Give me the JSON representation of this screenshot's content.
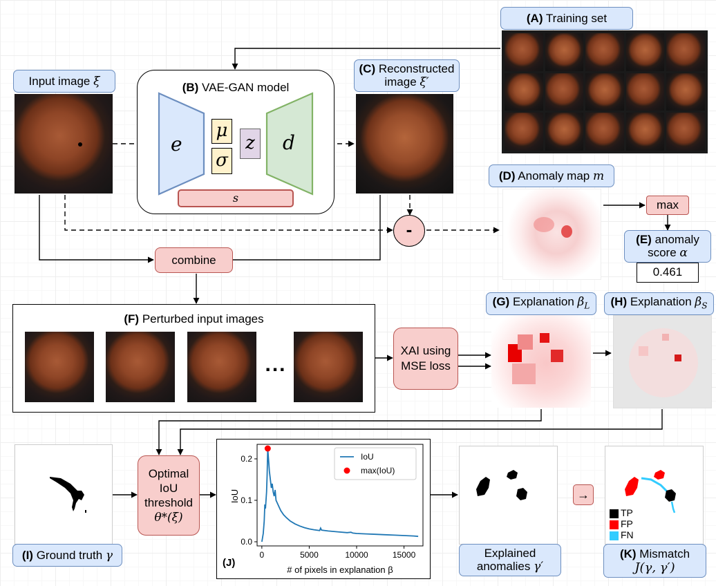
{
  "training_set": {
    "letter": "(A)",
    "title": "Training set"
  },
  "input": {
    "label": "Input image",
    "symbol": "ξ"
  },
  "model": {
    "letter": "(B)",
    "title": "VAE-GAN model",
    "encoder": "e",
    "mu": "μ",
    "sigma": "σ",
    "z": "z",
    "decoder": "d",
    "s": "s"
  },
  "reconstructed": {
    "letter": "(C)",
    "line1": "Reconstructed",
    "line2": "image",
    "symbol": "ξ′"
  },
  "anomaly_map": {
    "letter": "(D)",
    "title": "Anomaly map",
    "symbol": "m"
  },
  "minus": "-",
  "max_box": "max",
  "anomaly_score": {
    "letter": "(E)",
    "title": "anomaly",
    "line2": "score",
    "symbol": "α",
    "value": "0.461"
  },
  "combine": "combine",
  "perturbed": {
    "letter": "(F)",
    "title": "Perturbed input images",
    "ellipsis": "..."
  },
  "xai": {
    "line1": "XAI using",
    "line2": "MSE loss"
  },
  "expl_g": {
    "letter": "(G)",
    "title": "Explanation",
    "symbol": "β",
    "sub": "L"
  },
  "expl_h": {
    "letter": "(H)",
    "title": "Explanation",
    "symbol": "β",
    "sub": "S"
  },
  "ground_truth": {
    "letter": "(I)",
    "title": "Ground truth",
    "symbol": "γ"
  },
  "threshold": {
    "line1": "Optimal",
    "line2": "IoU",
    "line3": "threshold",
    "line4": "θ*(ξ)"
  },
  "plot": {
    "letter": "(J)",
    "xlabel": "# of pixels in explanation β",
    "ylabel": "IoU",
    "xticks": [
      "0",
      "5000",
      "10000",
      "15000"
    ],
    "yticks": [
      "0.0",
      "0.1",
      "0.2"
    ],
    "legend_line": "IoU",
    "legend_point": "max(IoU)"
  },
  "explained": {
    "line1": "Explained",
    "line2": "anomalies",
    "symbol": "γ′"
  },
  "arrow_button": "→",
  "mismatch": {
    "letter": "(K)",
    "title": "Mismatch",
    "formula": "J(γ, γ′)"
  },
  "legend": {
    "tp": "TP",
    "fp": "FP",
    "fn": "FN",
    "tp_color": "#000000",
    "fp_color": "#ff0000",
    "fn_color": "#33ccff"
  },
  "chart_data": {
    "type": "line",
    "xlabel": "# of pixels in explanation β",
    "ylabel": "IoU",
    "xlim": [
      -500,
      17000
    ],
    "ylim": [
      -0.01,
      0.235
    ],
    "x": [
      0,
      150,
      250,
      320,
      380,
      440,
      500,
      560,
      620,
      700,
      800,
      900,
      1000,
      1100,
      1200,
      1300,
      1400,
      1500,
      1600,
      1800,
      2000,
      2300,
      2600,
      3000,
      3500,
      4000,
      4500,
      5000,
      5500,
      6100,
      6200,
      6300,
      7000,
      8000,
      9000,
      9400,
      9600,
      10000,
      11000,
      12000,
      13000,
      14000,
      15000,
      16000,
      16500
    ],
    "y": [
      0.0,
      0.02,
      0.05,
      0.09,
      0.08,
      0.1,
      0.12,
      0.16,
      0.225,
      0.2,
      0.17,
      0.15,
      0.13,
      0.14,
      0.12,
      0.11,
      0.125,
      0.1,
      0.095,
      0.085,
      0.075,
      0.065,
      0.058,
      0.05,
      0.043,
      0.038,
      0.034,
      0.031,
      0.029,
      0.027,
      0.033,
      0.028,
      0.026,
      0.024,
      0.022,
      0.023,
      0.021,
      0.02,
      0.019,
      0.018,
      0.017,
      0.016,
      0.015,
      0.014,
      0.013
    ],
    "max_point": {
      "x": 620,
      "y": 0.225
    },
    "legend_placement": "top-right",
    "line_color": "#1f77b4",
    "point_color": "#ff0000"
  }
}
